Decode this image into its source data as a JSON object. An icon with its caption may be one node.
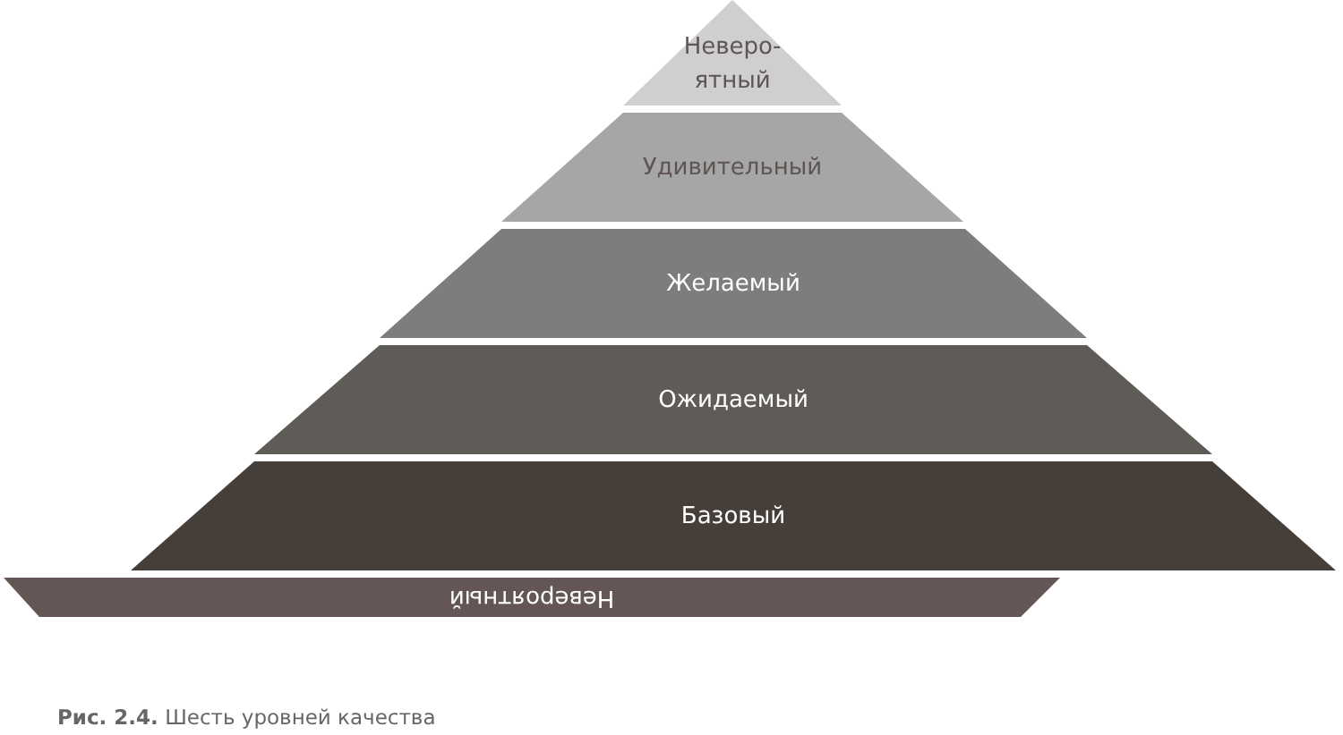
{
  "diagram": {
    "caption": "**Рис. 2.4.** Шесть уровней качества",
    "nodes": [
      {
        "text": [
          "Неверо- ятный"
        ]
      },
      {
        "text": [
          "Удивительный"
        ]
      },
      {
        "text": [
          "Желаемый"
        ]
      },
      {
        "text": [
          "Ожидаемый"
        ]
      },
      {
        "text": [
          "Базовый"
        ]
      },
      {
        "text": [
          "Невероятный"
        ]
      }
    ]
  }
}
